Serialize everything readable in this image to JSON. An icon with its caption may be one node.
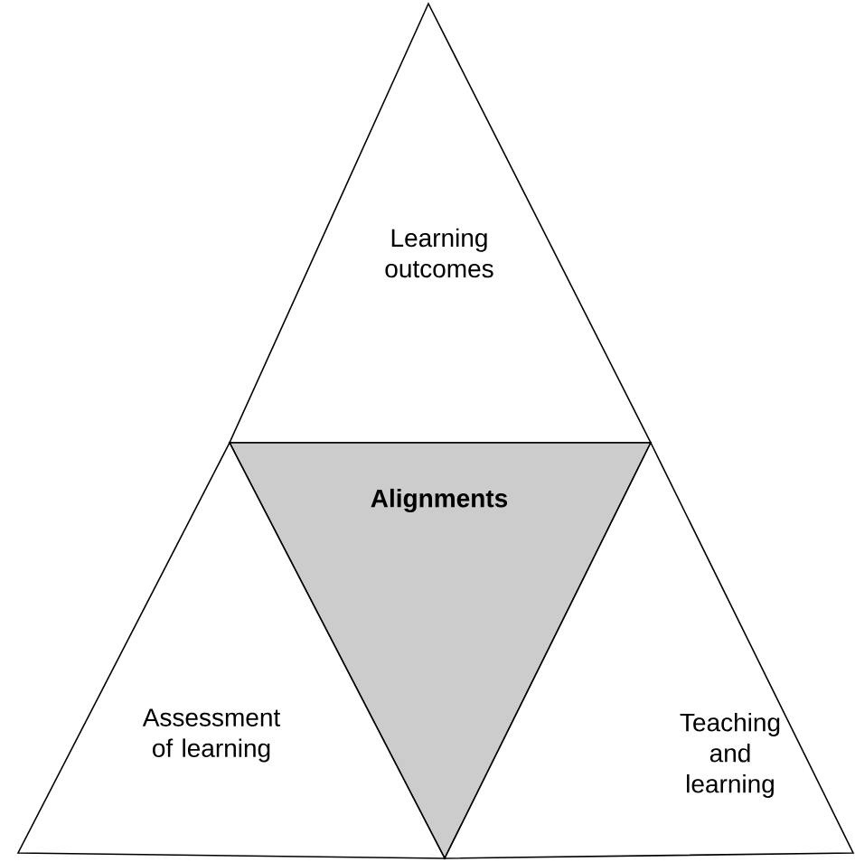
{
  "diagram": {
    "nodes": [
      {
        "text": [
          "Learning outcomes"
        ]
      },
      {
        "text": [
          "Alignments"
        ]
      },
      {
        "text": [
          "Assessment of learning"
        ]
      },
      {
        "text": [
          "Teaching and learning"
        ]
      }
    ]
  }
}
